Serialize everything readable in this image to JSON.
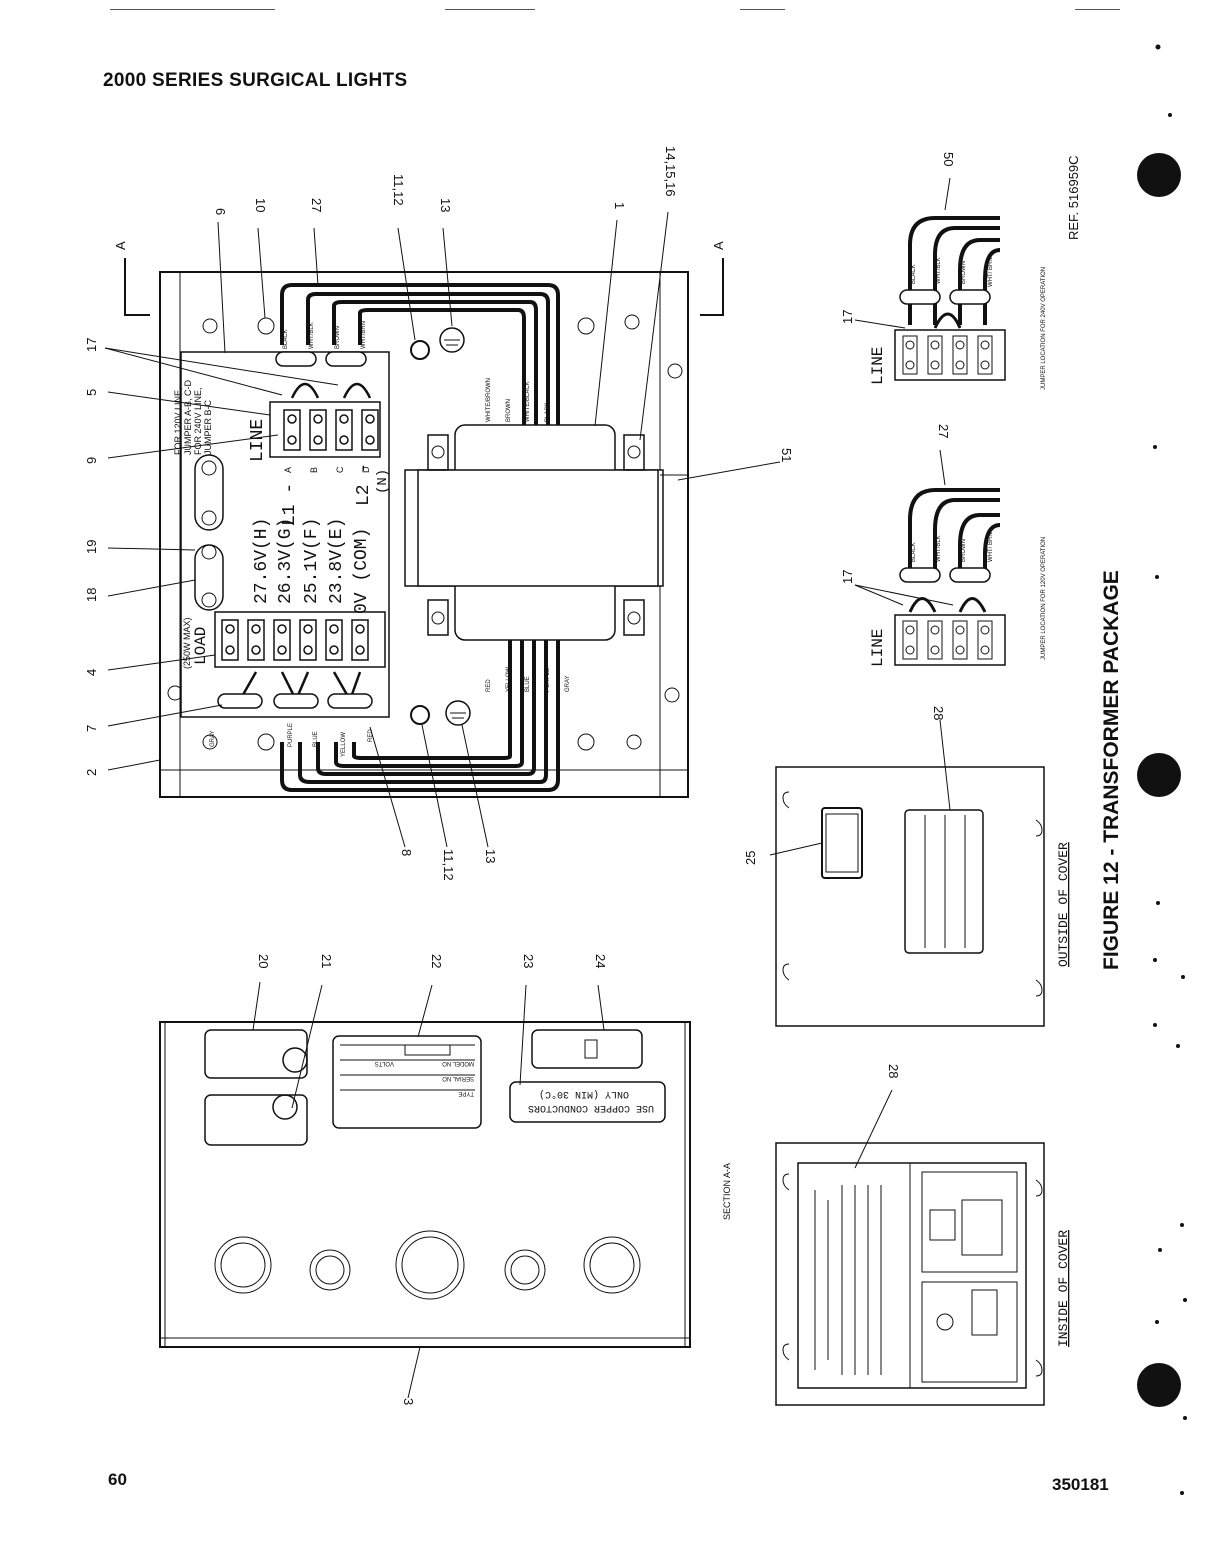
{
  "header": {
    "title": "2000 SERIES SURGICAL LIGHTS"
  },
  "footer": {
    "page_number": "60",
    "document_number": "350181"
  },
  "figure": {
    "caption": "FIGURE 12 - TRANSFORMER PACKAGE",
    "ref": "REF. 516959C",
    "section_marker": "A",
    "section_label": "SECTION  A-A"
  },
  "main_view": {
    "callouts_left": [
      "17",
      "5",
      "9",
      "19",
      "18",
      "4",
      "7",
      "2"
    ],
    "callouts_top": [
      "6",
      "10",
      "27",
      "11,12",
      "13",
      "1",
      "14,15,16"
    ],
    "callouts_bottom": [
      "8",
      "11,12",
      "13"
    ],
    "callout_right": "51",
    "jumper_note": [
      "FOR 120V LINE,",
      "JUMPER A-B, C-D",
      "FOR 240V LINE,",
      "JUMPER B-C"
    ],
    "line_label": "LINE",
    "line_terminals": [
      "A",
      "B",
      "C",
      "D"
    ],
    "l1_label": "L1 -",
    "l2_label": "L2 -",
    "n_label": "(N)",
    "voltages": [
      "27.6V(H)",
      "26.3V(G)",
      "25.1V(F)",
      "23.8V(E)",
      "0V (COM)"
    ],
    "load_label": "LOAD",
    "load_note": "(250W MAX)",
    "line_wires": [
      "BLACK",
      "WHT/BLK",
      "BROWN",
      "WHT/BRN"
    ],
    "transformer_primary_wires": [
      "WHITE/BROWN",
      "BROWN",
      "WHITE/BLACK",
      "BLACK"
    ],
    "transformer_secondary_wires": [
      "RED",
      "YELLOW",
      "BLUE",
      "PURPLE",
      "GRAY"
    ],
    "load_wires": [
      "GRAY",
      "PURPLE",
      "BLUE",
      "YELLOW",
      "RED"
    ]
  },
  "jumper_views": [
    {
      "callout_jumper": "17",
      "callout_wire": "27",
      "caption": "JUMPER LOCATION FOR 120V OPERATION"
    },
    {
      "callout_jumper": "17",
      "callout_wire": "50",
      "caption": "JUMPER LOCATION FOR 240V OPERATION"
    }
  ],
  "jumper_wires": [
    "BLACK",
    "WHT/BLK",
    "BROWN",
    "WHT/ BRN"
  ],
  "section_view": {
    "callouts": [
      "20",
      "21",
      "22",
      "23",
      "24",
      "3"
    ],
    "label_copper": [
      "USE COPPER CONDUCTORS",
      "ONLY (MIN 30°C)"
    ],
    "label_nameplate": [
      "TYPE",
      "SERIAL NO",
      "MODEL NO",
      "VOLTS"
    ]
  },
  "cover_views": [
    {
      "caption": "OUTSIDE OF COVER",
      "callouts": [
        "25",
        "28"
      ]
    },
    {
      "caption": "INSIDE OF COVER",
      "callouts": [
        "28"
      ]
    }
  ],
  "colors": {
    "ink": "#111111",
    "paper": "#ffffff"
  }
}
